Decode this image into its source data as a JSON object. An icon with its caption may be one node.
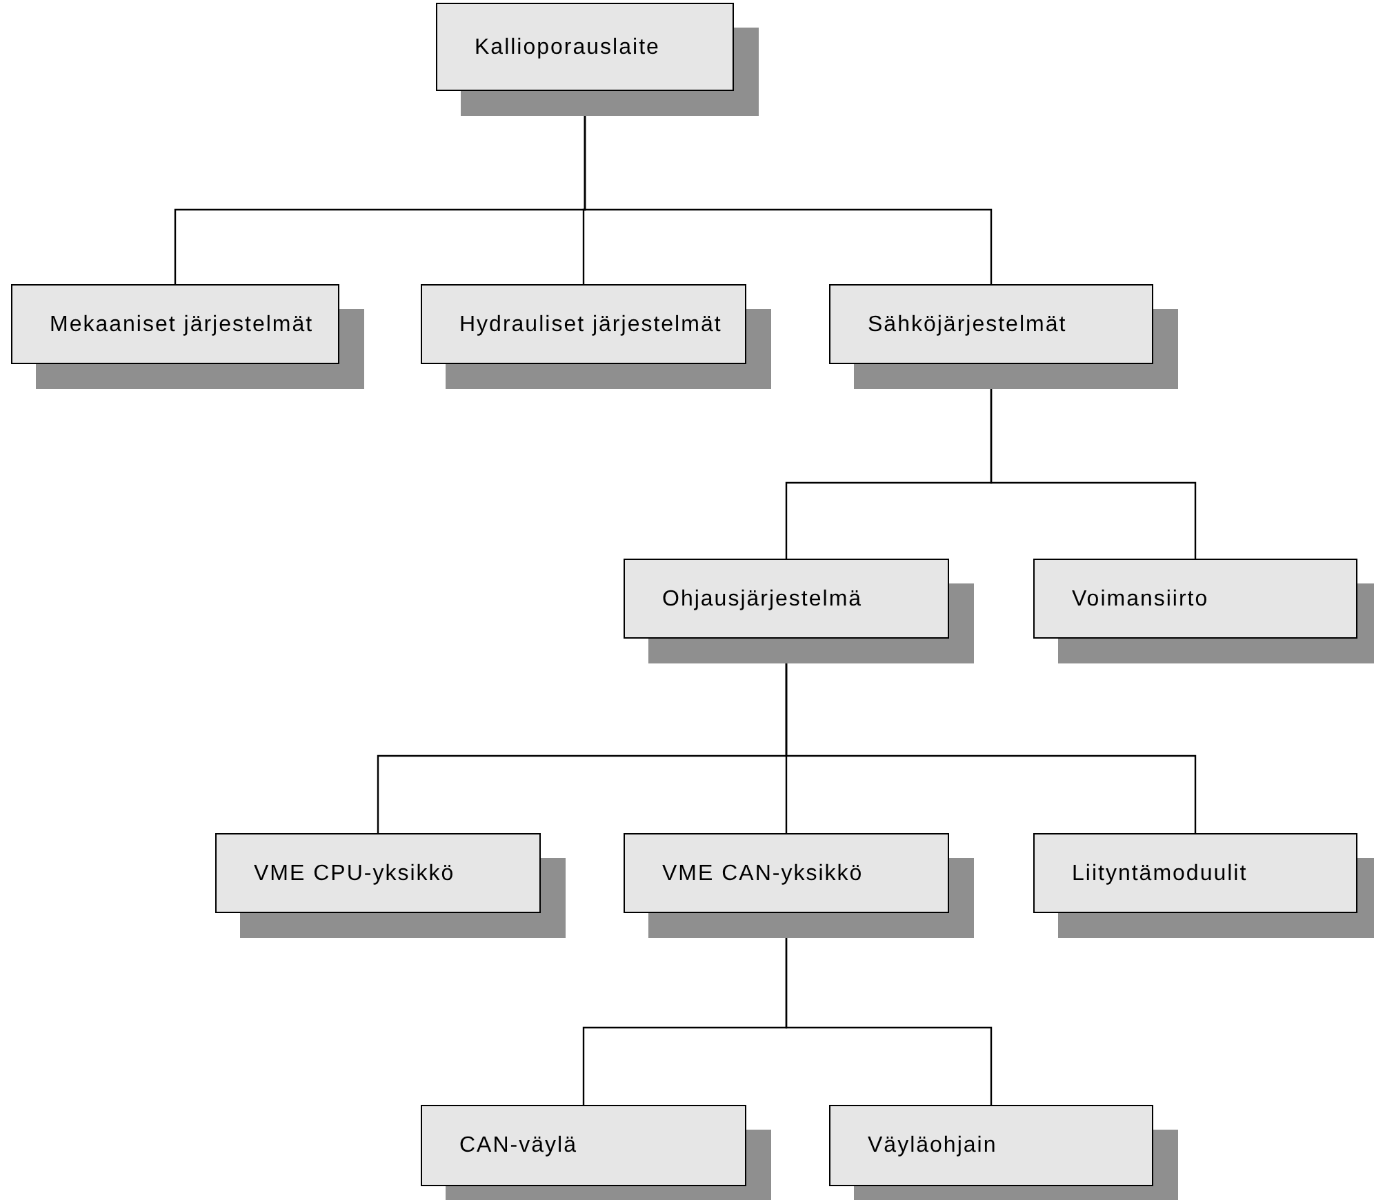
{
  "diagram": {
    "nodes": [
      {
        "text": [
          "Kallioporauslaite"
        ]
      },
      {
        "text": [
          "Mekaaniset järjestelmät"
        ]
      },
      {
        "text": [
          "Hydrauliset järjestelmät"
        ]
      },
      {
        "text": [
          "Sähköjärjestelmät"
        ]
      },
      {
        "text": [
          "Ohjausjärjestelmä"
        ]
      },
      {
        "text": [
          "Voimansiirto"
        ]
      },
      {
        "text": [
          "VME CPU-yksikkö"
        ]
      },
      {
        "text": [
          "VME CAN-yksikkö"
        ]
      },
      {
        "text": [
          "Liityntämoduulit"
        ]
      },
      {
        "text": [
          "CAN-väylä"
        ]
      },
      {
        "text": [
          "Väyläohjain"
        ]
      }
    ],
    "edges": [
      {
        "from": 0,
        "to": 1,
        "arrow": "none"
      },
      {
        "from": 0,
        "to": 2,
        "arrow": "none"
      },
      {
        "from": 0,
        "to": 3,
        "arrow": "none"
      },
      {
        "from": 3,
        "to": 4,
        "arrow": "none"
      },
      {
        "from": 3,
        "to": 5,
        "arrow": "none"
      },
      {
        "from": 4,
        "to": 6,
        "arrow": "none"
      },
      {
        "from": 4,
        "to": 7,
        "arrow": "none"
      },
      {
        "from": 4,
        "to": 8,
        "arrow": "none"
      },
      {
        "from": 7,
        "to": 9,
        "arrow": "none"
      },
      {
        "from": 7,
        "to": 10,
        "arrow": "none"
      }
    ]
  }
}
